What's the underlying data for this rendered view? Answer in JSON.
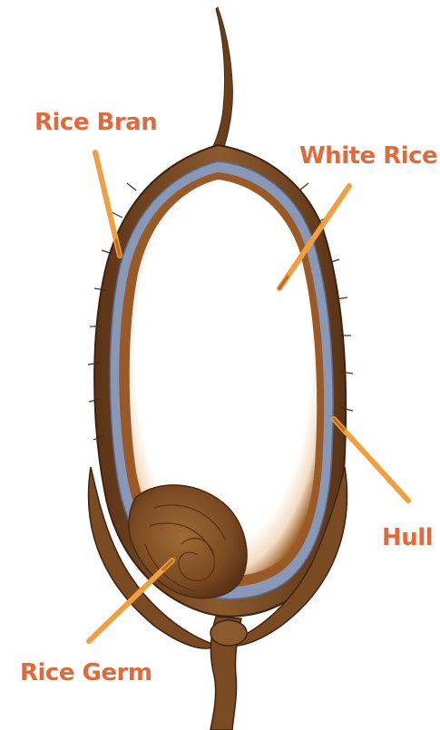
{
  "labels": {
    "rice_bran": "Rice Bran",
    "white_rice": "White Rice",
    "hull": "Hull",
    "rice_germ": "Rice Germ"
  },
  "colors": {
    "label_text": "#e06a3c",
    "pointer": "#f0a040",
    "hull": "#7a4a25",
    "bran_layer": "#8a98b8",
    "endosperm": "#ffffff",
    "germ": "#8a5a2a"
  }
}
